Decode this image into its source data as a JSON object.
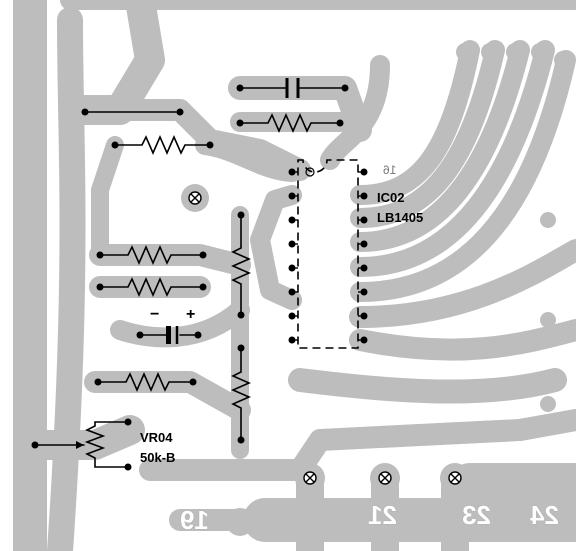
{
  "ic": {
    "designator": "IC02",
    "part": "LB1405",
    "pin_marking": "16"
  },
  "potentiometer": {
    "designator": "VR04",
    "value": "50k-B"
  },
  "capacitor_polarity": {
    "negative": "−",
    "positive": "+"
  },
  "edge_labels": [
    "19",
    "21",
    "23",
    "24"
  ],
  "colors": {
    "copper": "#bdbdbd",
    "background": "#ffffff",
    "ink": "#000000"
  }
}
